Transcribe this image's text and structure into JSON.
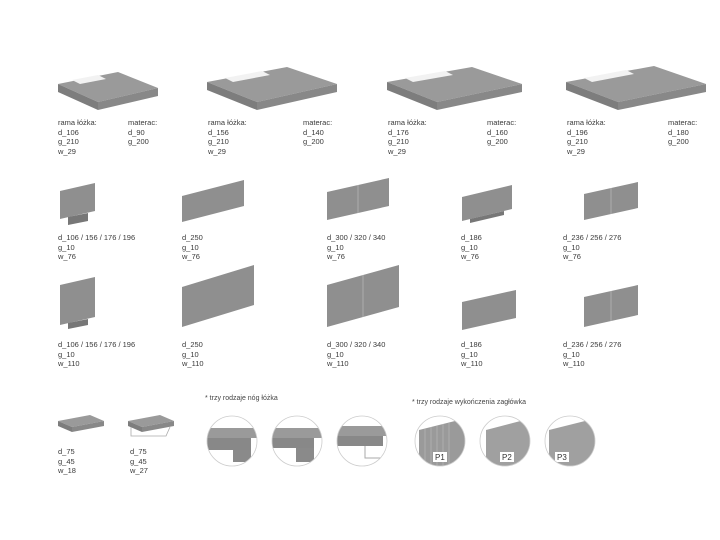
{
  "beds": [
    {
      "frame_label": "rama łóżka:",
      "frame": [
        "d_106",
        "g_210",
        "w_29"
      ],
      "mattress_label": "materac:",
      "mattress": [
        "d_90",
        "g_200"
      ]
    },
    {
      "frame_label": "rama łóżka:",
      "frame": [
        "d_156",
        "g_210",
        "w_29"
      ],
      "mattress_label": "materac:",
      "mattress": [
        "d_140",
        "g_200"
      ]
    },
    {
      "frame_label": "rama łóżka:",
      "frame": [
        "d_176",
        "g_210",
        "w_29"
      ],
      "mattress_label": "materac:",
      "mattress": [
        "d_160",
        "g_200"
      ]
    },
    {
      "frame_label": "rama łóżka:",
      "frame": [
        "d_196",
        "g_210",
        "w_29"
      ],
      "mattress_label": "materac:",
      "mattress": [
        "d_180",
        "g_200"
      ]
    }
  ],
  "headboards_76": [
    [
      "d_106 / 156 / 176 / 196",
      "g_10",
      "w_76"
    ],
    [
      "d_250",
      "g_10",
      "w_76"
    ],
    [
      "d_300 / 320 / 340",
      "g_10",
      "w_76"
    ],
    [
      "d_186",
      "g_10",
      "w_76"
    ],
    [
      "d_236 / 256 / 276",
      "g_10",
      "w_76"
    ]
  ],
  "headboards_110": [
    [
      "d_106 / 156 / 176 / 196",
      "g_10",
      "w_110"
    ],
    [
      "d_250",
      "g_10",
      "w_110"
    ],
    [
      "d_300 / 320 / 340",
      "g_10",
      "w_110"
    ],
    [
      "d_186",
      "g_10",
      "w_110"
    ],
    [
      "d_236 / 256 / 276",
      "g_10",
      "w_110"
    ]
  ],
  "benches": [
    [
      "d_75",
      "g_45",
      "w_18"
    ],
    [
      "d_75",
      "g_45",
      "w_27"
    ]
  ],
  "legs_note": "* trzy rodzaje nóg łóżka",
  "finish_note": "* trzy rodzaje wykończenia zagłówka",
  "finishes": [
    "P1",
    "P2",
    "P3"
  ],
  "colors": {
    "upholstery": "#8f8f8f",
    "mattress": "#f2f2f2"
  }
}
